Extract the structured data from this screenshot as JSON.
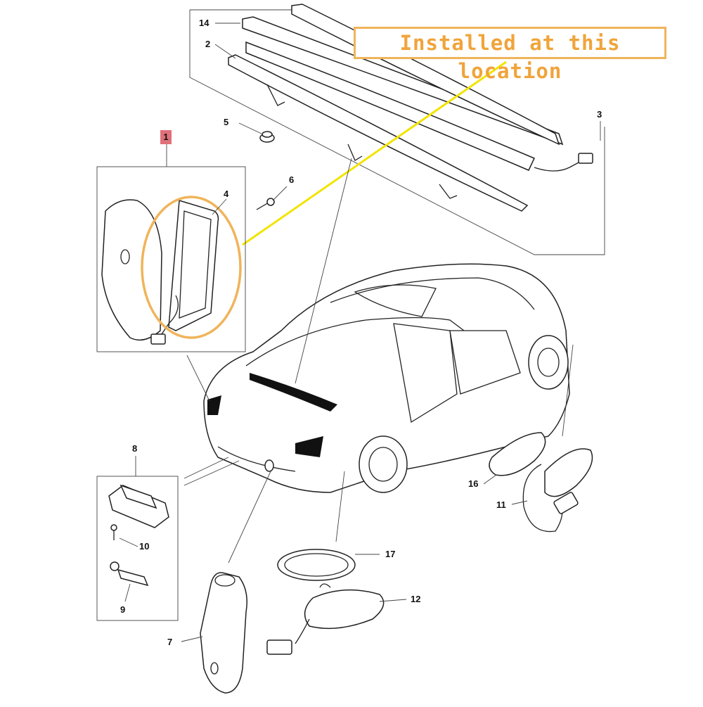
{
  "callout": {
    "text": "Installed at this location"
  },
  "labels": {
    "p1": "1",
    "p2": "2",
    "p3": "3",
    "p4": "4",
    "p5": "5",
    "p6": "6",
    "p7": "7",
    "p8": "8",
    "p9": "9",
    "p10": "10",
    "p11": "11",
    "p12": "12",
    "p14": "14",
    "p16": "16",
    "p17": "17"
  },
  "colors": {
    "callout": "#f0a43a",
    "pointer": "#f2e400",
    "highlight": "#e0707a",
    "line": "#222222"
  }
}
